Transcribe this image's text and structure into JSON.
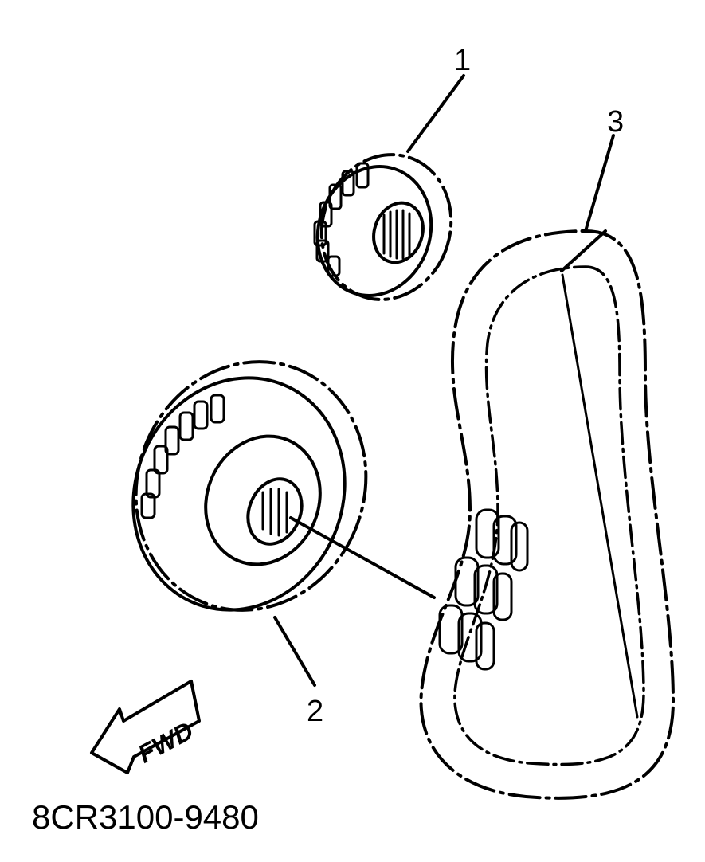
{
  "callouts": {
    "part1": "1",
    "part2": "2",
    "part3": "3"
  },
  "direction_label": "FWD",
  "diagram_code": "8CR3100-9480",
  "colors": {
    "line": "#000000",
    "background": "#ffffff"
  }
}
